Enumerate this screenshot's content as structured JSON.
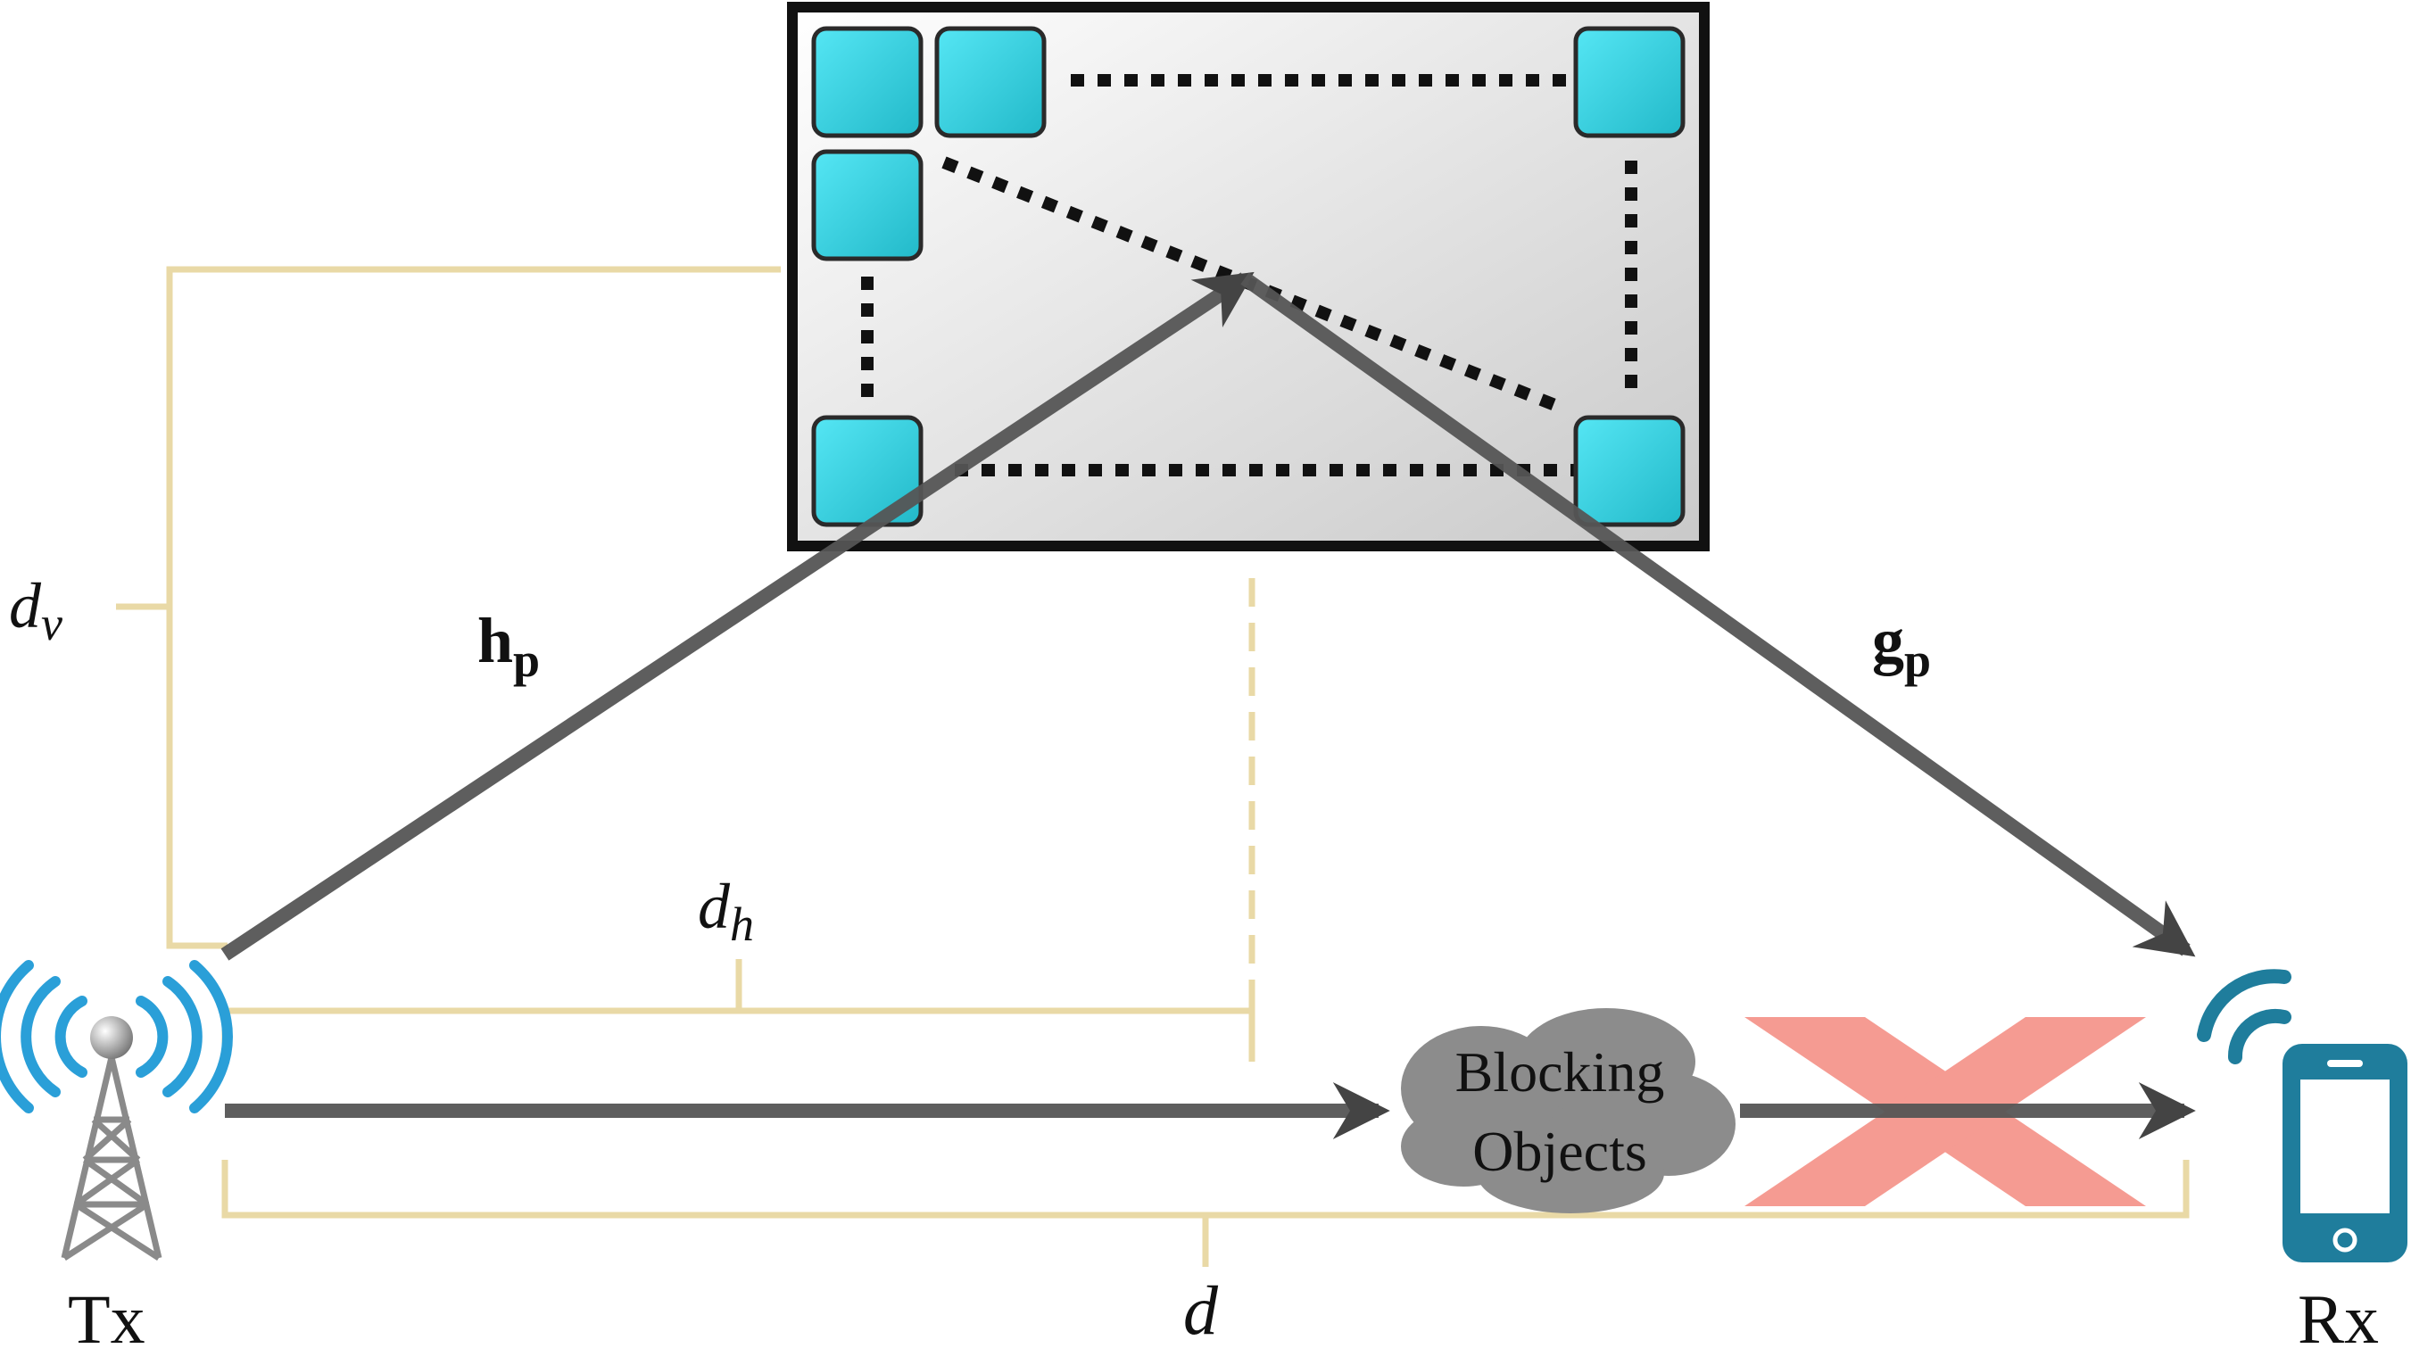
{
  "labels": {
    "tx": "Tx",
    "rx": "Rx",
    "hp_base": "h",
    "hp_sub": "p",
    "gp_base": "g",
    "gp_sub": "p",
    "dv_base": "d",
    "dv_sub": "v",
    "dh_base": "d",
    "dh_sub": "h",
    "d": "d",
    "blocking_line1": "Blocking",
    "blocking_line2": "Objects"
  },
  "colors": {
    "dimension": "#e9d9a6",
    "path": "#555555",
    "ris_tile": "#3ecfe0",
    "ris_border": "#111111",
    "cross": "#f48a80",
    "cloud": "#8c8c8c",
    "rx_icon": "#1f7d9c",
    "tx_waves": "#2a9fd8",
    "tower": "#8a8a8a"
  },
  "icons": {
    "transmitter": "antenna-tower-icon",
    "receiver": "smartphone-icon",
    "blocked": "cross-mark-icon",
    "obstacle": "cloud-icon"
  }
}
